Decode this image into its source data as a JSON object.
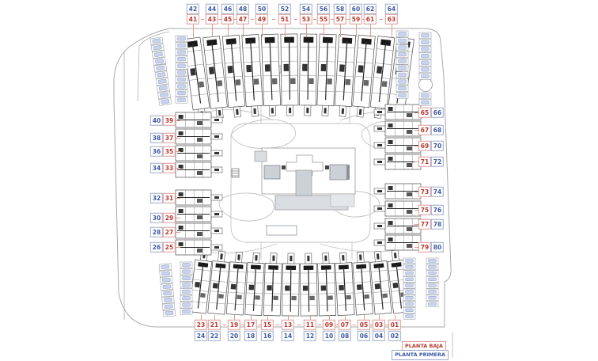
{
  "legend": {
    "ground_floor": {
      "label": "PLANTA BAJA",
      "color": "#b5392f"
    },
    "first_floor": {
      "label": "PLANTA PRIMERA",
      "color": "#3c59a6"
    }
  },
  "unit_labels": {
    "top": {
      "first_floor": [
        "42",
        "44",
        "46",
        "48",
        "50",
        "52",
        "54",
        "56",
        "58",
        "60",
        "62",
        "64"
      ],
      "ground_floor": [
        "41",
        "43",
        "45",
        "47",
        "49",
        "51",
        "53",
        "55",
        "57",
        "59",
        "61",
        "63"
      ]
    },
    "bottom": {
      "ground_floor": [
        "23",
        "21",
        "19",
        "17",
        "15",
        "13",
        "11",
        "09",
        "07",
        "05",
        "03",
        "01"
      ],
      "first_floor": [
        "24",
        "22",
        "20",
        "18",
        "16",
        "14",
        "12",
        "10",
        "08",
        "06",
        "04",
        "02"
      ]
    },
    "left": {
      "first_floor": [
        "40",
        "38",
        "36",
        "34",
        "32",
        "30",
        "28",
        "26"
      ],
      "ground_floor": [
        "39",
        "37",
        "35",
        "33",
        "31",
        "29",
        "27",
        "25"
      ]
    },
    "right": {
      "ground_floor": [
        "65",
        "67",
        "69",
        "71",
        "73",
        "75",
        "77",
        "79"
      ],
      "first_floor": [
        "66",
        "68",
        "70",
        "72",
        "74",
        "76",
        "78",
        "80"
      ]
    }
  },
  "colors": {
    "ground_floor_text": "#b5392f",
    "ground_floor_border": "#dc9a93",
    "first_floor_text": "#3c59a6",
    "first_floor_border": "#9aa8ca",
    "parking_chip_fill": "#c9d3ec",
    "parking_chip_border": "#8e9cc4",
    "drawing_line": "#4a4a4a",
    "road_line": "#c2c2c2",
    "pool_fill": "#d9dde2"
  }
}
